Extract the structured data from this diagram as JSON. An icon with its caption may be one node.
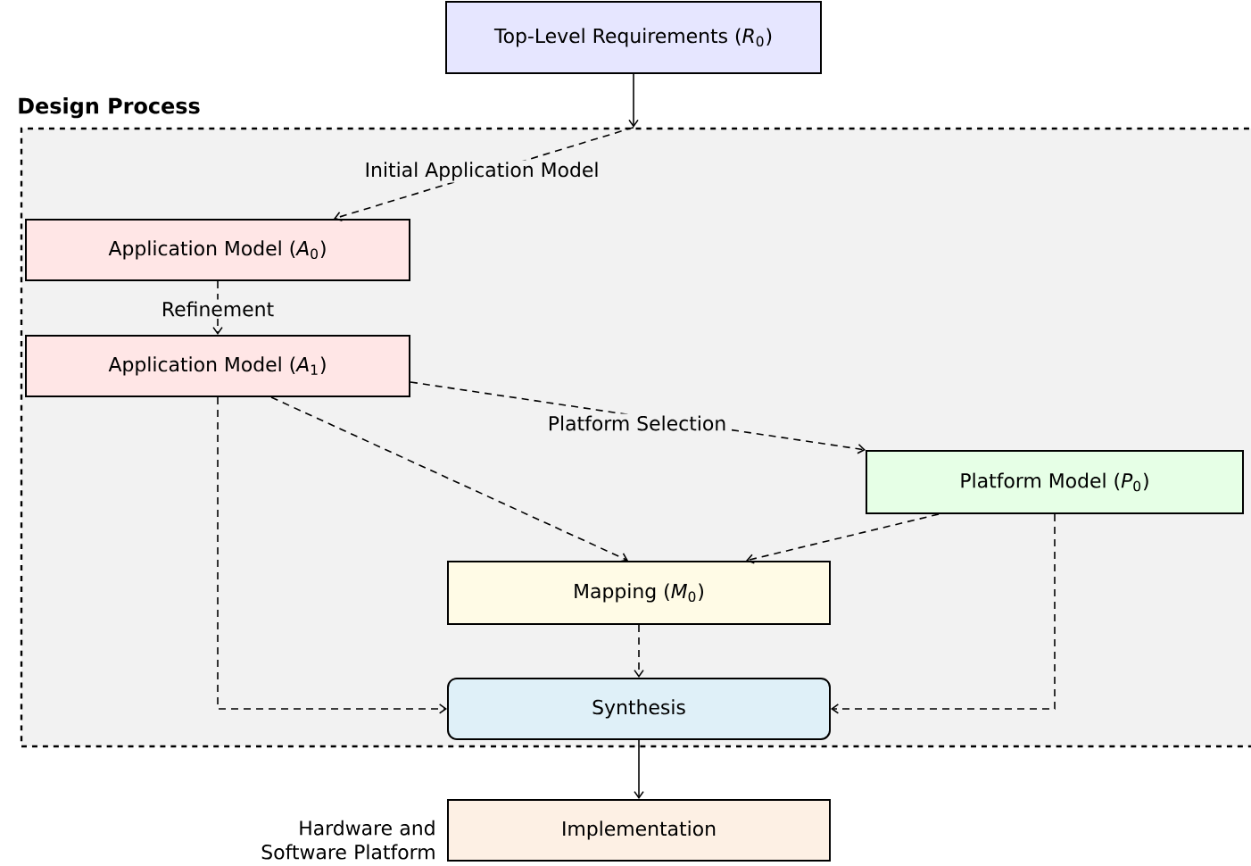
{
  "diagram": {
    "nodes": [
      {
        "text": [
          "Top-Level Requirements (*R*$_{0}$)"
        ]
      },
      {
        "text": [
          "Design Process"
        ]
      },
      {
        "text": [
          "Application Model (*A*$_{0}$)"
        ],
        "in": 1
      },
      {
        "text": [
          "Application Model (*A*$_{1}$)"
        ],
        "in": 1
      },
      {
        "text": [
          "Platform Model (*P*$_{0}$)"
        ],
        "in": 1
      },
      {
        "text": [
          "Mapping (*M*$_{0}$)"
        ],
        "in": 1
      },
      {
        "text": [
          "Synthesis"
        ],
        "in": 1
      },
      {
        "text": [
          "Implementation"
        ],
        "beside": [
          "Hardware and Software Platform"
        ]
      }
    ],
    "edges": [
      {
        "from": 0,
        "to": 1,
        "arrow": "to"
      },
      {
        "from": 1,
        "to": 2,
        "arrow": "to",
        "style": "dashed",
        "label": "Initial Application Model"
      },
      {
        "from": 2,
        "to": 3,
        "arrow": "to",
        "style": "dashed",
        "label": "Refinement"
      },
      {
        "from": 3,
        "to": 4,
        "arrow": "to",
        "style": "dashed",
        "label": "Platform Selection"
      },
      {
        "from": 3,
        "to": 5,
        "arrow": "to",
        "style": "dashed"
      },
      {
        "from": 4,
        "to": 5,
        "arrow": "to",
        "style": "dashed"
      },
      {
        "from": 5,
        "to": 6,
        "arrow": "to",
        "style": "dashed"
      },
      {
        "from": 3,
        "to": 6,
        "arrow": "to",
        "style": "dashed"
      },
      {
        "from": 4,
        "to": 6,
        "arrow": "to",
        "style": "dashed"
      },
      {
        "from": 6,
        "to": 7,
        "arrow": "to"
      }
    ]
  }
}
